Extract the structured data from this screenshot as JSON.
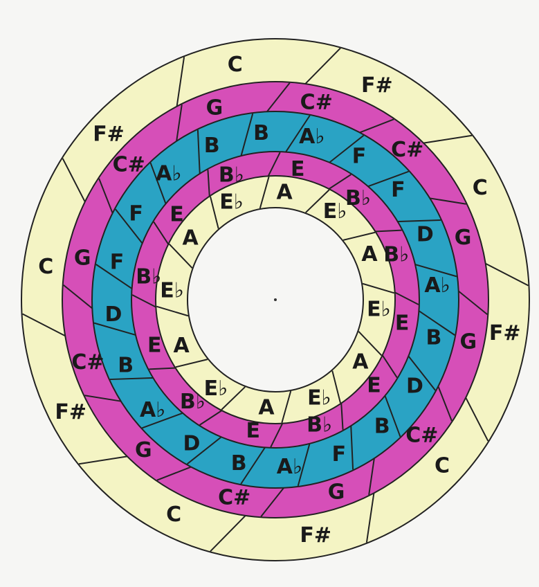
{
  "colors": {
    "paper": "#f6f6f4",
    "outer_ring": "#f4f4c4",
    "magenta_ring": "#d64fb8",
    "blue_ring": "#2aa3c4",
    "inner_ring": "#f4f4c4",
    "ink": "#1a1a1a"
  },
  "rings": [
    {
      "name": "outer-ring",
      "color_key": "outer_ring",
      "labels": [
        "C",
        "F#",
        "C",
        "F#",
        "C",
        "F#",
        "C",
        "F#",
        "C",
        "F#"
      ]
    },
    {
      "name": "magenta-ring",
      "color_key": "magenta_ring",
      "labels": [
        "G",
        "C#",
        "C#",
        "G",
        "G",
        "C#",
        "G",
        "C#",
        "G",
        "C#",
        "G",
        "C#"
      ]
    },
    {
      "name": "blue-ring",
      "color_key": "blue_ring",
      "labels": [
        "B",
        "A♭",
        "F",
        "F",
        "D",
        "A♭",
        "B",
        "D",
        "B",
        "F",
        "A♭",
        "B",
        "D",
        "A♭",
        "B",
        "D",
        "F",
        "F",
        "A♭",
        "B"
      ]
    },
    {
      "name": "magenta-inner-ring",
      "color_key": "magenta_ring",
      "labels": [
        "E",
        "B♭",
        "B♭",
        "E",
        "E",
        "B♭",
        "E",
        "B♭",
        "E",
        "B♭",
        "E",
        "B♭"
      ]
    },
    {
      "name": "inner-ring",
      "color_key": "inner_ring",
      "labels": [
        "A",
        "E♭",
        "A",
        "E♭",
        "A",
        "E♭",
        "A",
        "E♭",
        "A",
        "E♭",
        "A",
        "E♭"
      ]
    }
  ]
}
